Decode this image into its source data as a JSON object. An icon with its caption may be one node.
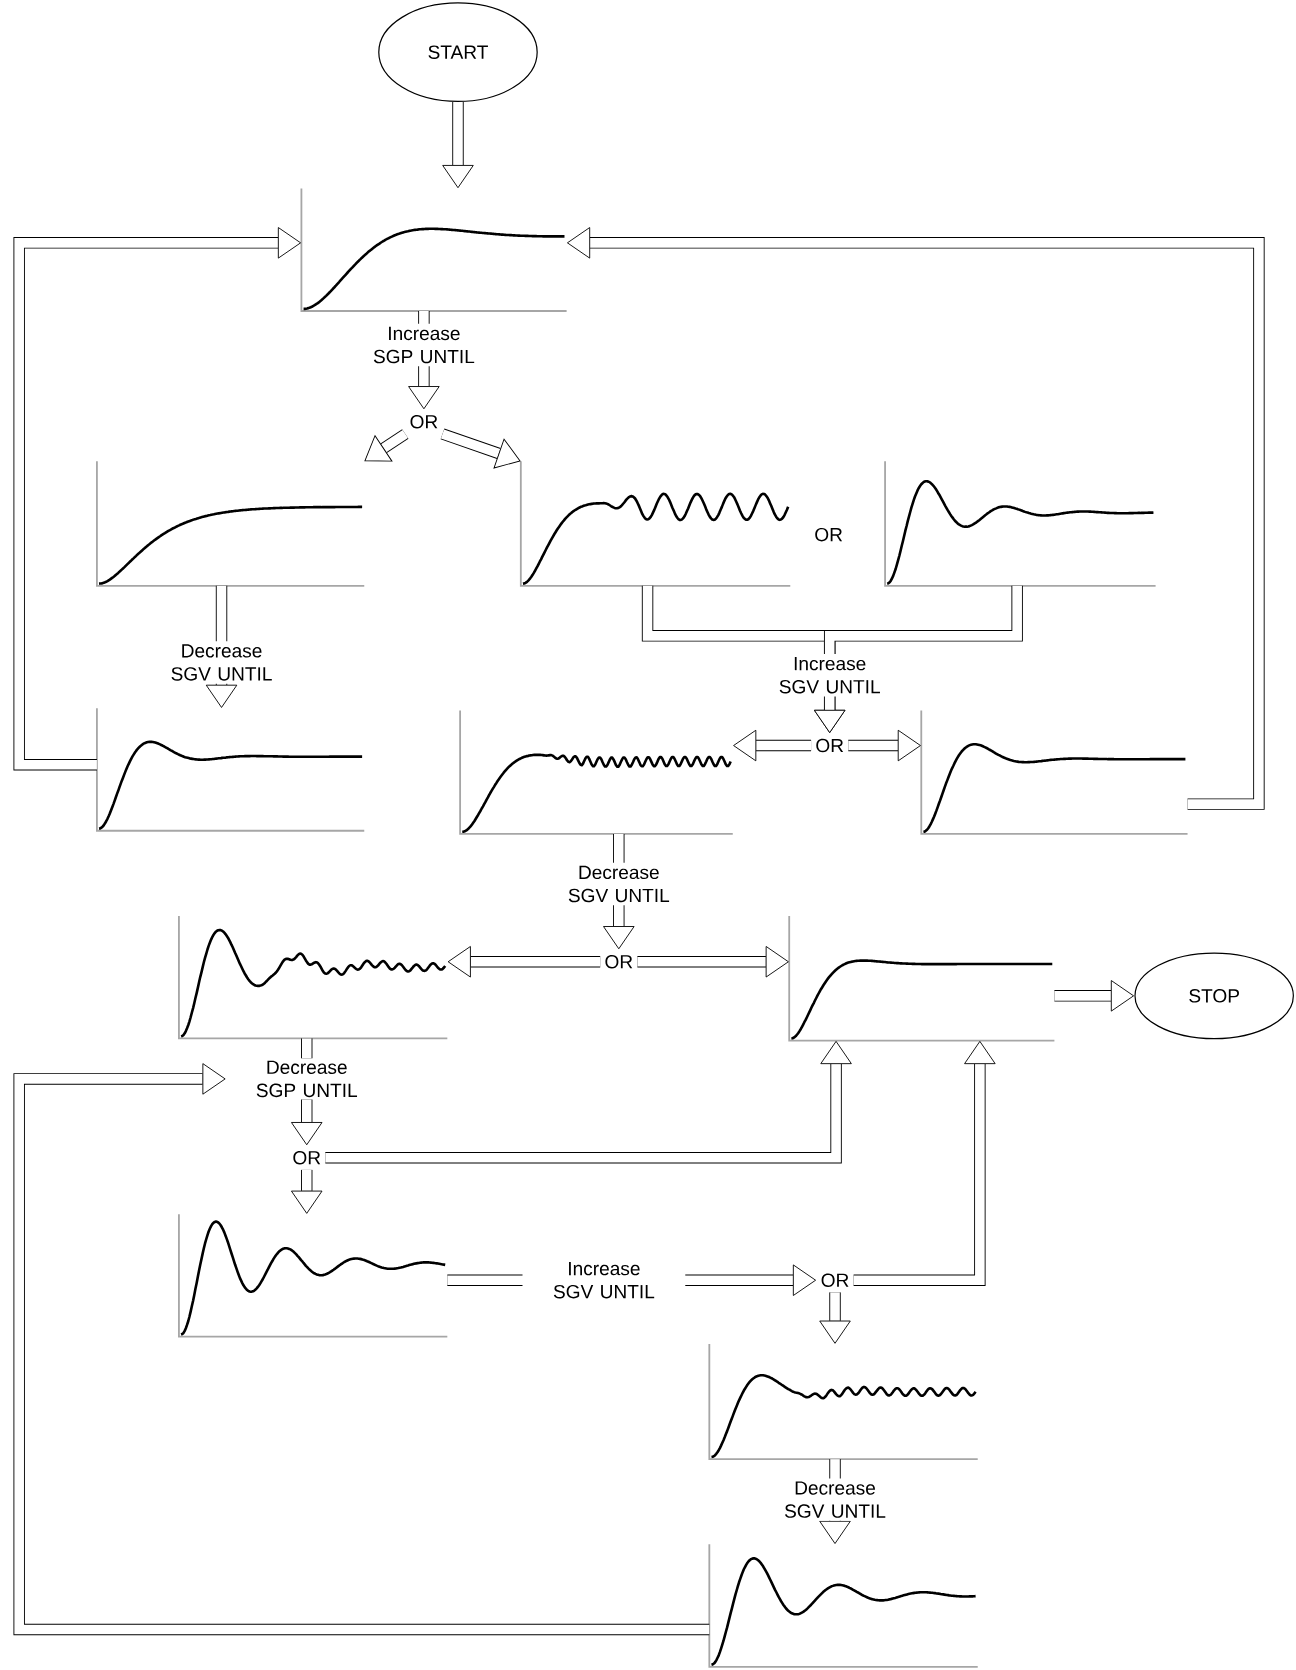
{
  "diagram": {
    "nodes": [
      {
        "text": [
          "START"
        ]
      },
      {
        "text": [],
        "shape": "picture"
      },
      {
        "text": [
          "OR"
        ]
      },
      {
        "text": [],
        "shape": "picture"
      },
      {
        "text": [],
        "shape": "picture"
      },
      {
        "text": [],
        "shape": "picture"
      },
      {
        "text": [],
        "shape": "picture"
      },
      {
        "text": [
          "OR"
        ]
      },
      {
        "text": [],
        "shape": "picture"
      },
      {
        "text": [],
        "shape": "picture"
      },
      {
        "text": [
          "OR"
        ]
      },
      {
        "text": [],
        "shape": "picture"
      },
      {
        "text": [],
        "shape": "picture"
      },
      {
        "text": [
          "STOP"
        ]
      },
      {
        "text": [
          "Decrease SGP UNTIL"
        ]
      },
      {
        "text": [
          "OR"
        ]
      },
      {
        "text": [],
        "shape": "picture"
      },
      {
        "text": [
          "OR"
        ]
      },
      {
        "text": [],
        "shape": "picture"
      },
      {
        "text": [],
        "shape": "picture"
      }
    ],
    "edges": [
      {
        "from": 0,
        "to": 1,
        "arrow": "to"
      },
      {
        "from": 1,
        "to": 2,
        "arrow": "to",
        "label": "Increase SGP UNTIL"
      },
      {
        "from": 2,
        "to": 3,
        "arrow": "to"
      },
      {
        "from": 2,
        "to": 4,
        "arrow": "to"
      },
      {
        "from": 3,
        "to": 6,
        "arrow": "to",
        "label": "Decrease SGV UNTIL"
      },
      {
        "from": 6,
        "to": 1,
        "arrow": "to"
      },
      {
        "from": 4,
        "to": 7,
        "arrow": "to",
        "label": "Increase SGV UNTIL"
      },
      {
        "from": 5,
        "to": 7,
        "arrow": "to"
      },
      {
        "from": 7,
        "to": 8,
        "arrow": "to"
      },
      {
        "from": 7,
        "to": 9,
        "arrow": "to"
      },
      {
        "from": 9,
        "to": 1,
        "arrow": "to"
      },
      {
        "from": 8,
        "to": 10,
        "arrow": "to",
        "label": "Decrease SGV UNTIL"
      },
      {
        "from": 10,
        "to": 11,
        "arrow": "to"
      },
      {
        "from": 10,
        "to": 12,
        "arrow": "to"
      },
      {
        "from": 12,
        "to": 13,
        "arrow": "to"
      },
      {
        "from": 11,
        "to": 14,
        "arrow": "none"
      },
      {
        "from": 14,
        "to": 15,
        "arrow": "to"
      },
      {
        "from": 19,
        "to": 14,
        "arrow": "to"
      },
      {
        "from": 15,
        "to": 16,
        "arrow": "to"
      },
      {
        "from": 15,
        "to": 12,
        "arrow": "to"
      },
      {
        "from": 16,
        "to": 17,
        "arrow": "to",
        "label": "Increase SGV UNTIL"
      },
      {
        "from": 17,
        "to": 12,
        "arrow": "to"
      },
      {
        "from": 17,
        "to": 18,
        "arrow": "to"
      },
      {
        "from": 18,
        "to": 19,
        "arrow": "to",
        "label": "Decrease SGV UNTIL"
      }
    ],
    "labels": [
      "OR"
    ]
  }
}
